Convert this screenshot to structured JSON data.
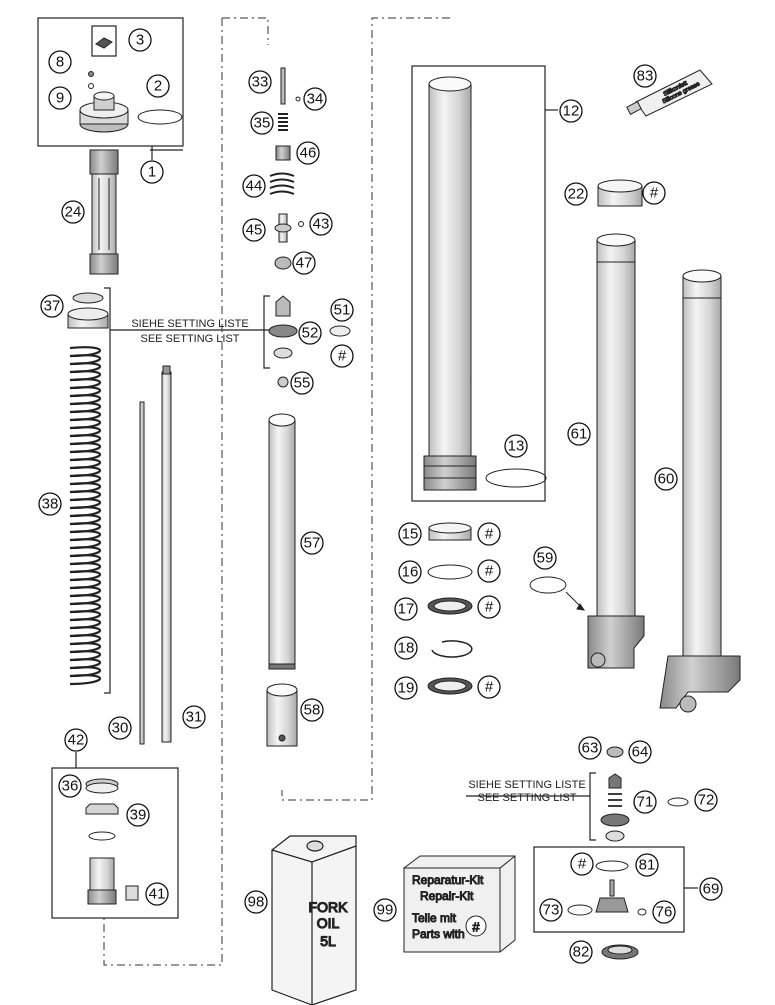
{
  "setting_note": {
    "line1": "SIEHE SETTING LISTE",
    "line2": "SEE SETTING LIST"
  },
  "repair_kit": {
    "line1": "Reparatur-Kit",
    "line2": "Repair-Kit",
    "line3": "Teile mit",
    "line4": "Parts with",
    "symbol": "#"
  },
  "oil_can": {
    "line1": "FORK",
    "line2": "OIL",
    "line3": "5L"
  },
  "grease_tube": {
    "brand": "Silikonfett",
    "product": "Silicone grease"
  },
  "part_numbers": {
    "p1": "1",
    "p2": "2",
    "p3": "3",
    "p8": "8",
    "p9": "9",
    "p12": "12",
    "p13": "13",
    "p15": "15",
    "p16": "16",
    "p17": "17",
    "p18": "18",
    "p19": "19",
    "p22": "22",
    "p24": "24",
    "p30": "30",
    "p31": "31",
    "p33": "33",
    "p34": "34",
    "p35": "35",
    "p36": "36",
    "p37": "37",
    "p38": "38",
    "p39": "39",
    "p41": "41",
    "p42": "42",
    "p43": "43",
    "p44": "44",
    "p45": "45",
    "p46": "46",
    "p47": "47",
    "p51": "51",
    "p52": "52",
    "p55": "55",
    "p57": "57",
    "p58": "58",
    "p59": "59",
    "p60": "60",
    "p61": "61",
    "p63": "63",
    "p64": "64",
    "p69": "69",
    "p71": "71",
    "p72": "72",
    "p73": "73",
    "p76": "76",
    "p81": "81",
    "p82": "82",
    "p83": "83",
    "p98": "98",
    "p99": "99"
  },
  "kit_marker": "#"
}
